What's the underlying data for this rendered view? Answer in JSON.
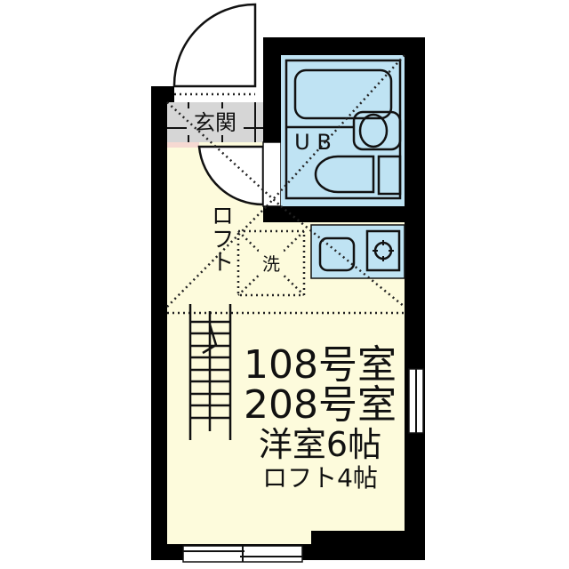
{
  "rooms": {
    "entrance": "玄関",
    "unit_bath": "U B",
    "loft_vertical": "ロフト",
    "washer": "洗"
  },
  "unit_info": {
    "unit_1": "108号室",
    "unit_2": "208号室",
    "main_room": "洋室6帖",
    "loft": "ロフト4帖"
  },
  "colors": {
    "floor": "#fdfbdc",
    "wet_area": "#bfe3f3",
    "entrance": "#d6d6d6",
    "wall": "#000000"
  }
}
